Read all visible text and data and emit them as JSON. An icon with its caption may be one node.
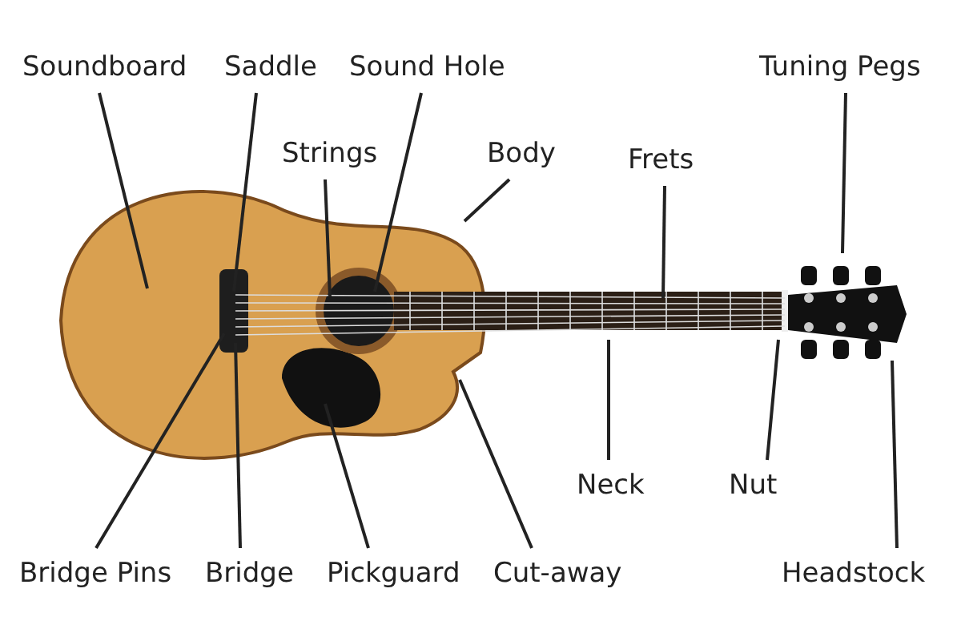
{
  "diagram": {
    "nodes": [
      {
        "text": [
          "Soundboard"
        ]
      },
      {
        "text": [
          "Saddle"
        ]
      },
      {
        "text": [
          "Sound Hole"
        ]
      },
      {
        "text": [
          "Tuning Pegs"
        ]
      },
      {
        "text": [
          "Strings"
        ]
      },
      {
        "text": [
          "Body"
        ]
      },
      {
        "text": [
          "Frets"
        ]
      },
      {
        "text": [
          "Neck"
        ]
      },
      {
        "text": [
          "Nut"
        ]
      },
      {
        "text": [
          "Bridge Pins"
        ]
      },
      {
        "text": [
          "Bridge"
        ]
      },
      {
        "text": [
          "Pickguard"
        ]
      },
      {
        "text": [
          "Cut-away"
        ]
      },
      {
        "text": [
          "Headstock"
        ]
      },
      {
        "text": [],
        "shape": "picture"
      }
    ],
    "edges": [
      {
        "from": 0,
        "to": 14,
        "arrow": "none"
      },
      {
        "from": 1,
        "to": 14,
        "arrow": "none"
      },
      {
        "from": 2,
        "to": 14,
        "arrow": "none"
      },
      {
        "from": 3,
        "to": 14,
        "arrow": "none"
      },
      {
        "from": 4,
        "to": 14,
        "arrow": "none"
      },
      {
        "from": 5,
        "to": 14,
        "arrow": "none"
      },
      {
        "from": 6,
        "to": 14,
        "arrow": "none"
      },
      {
        "from": 7,
        "to": 14,
        "arrow": "none"
      },
      {
        "from": 8,
        "to": 14,
        "arrow": "none"
      },
      {
        "from": 9,
        "to": 14,
        "arrow": "none"
      },
      {
        "from": 10,
        "to": 14,
        "arrow": "none"
      },
      {
        "from": 11,
        "to": 14,
        "arrow": "none"
      },
      {
        "from": 12,
        "to": 14,
        "arrow": "none"
      },
      {
        "from": 13,
        "to": 14,
        "arrow": "none"
      }
    ]
  }
}
